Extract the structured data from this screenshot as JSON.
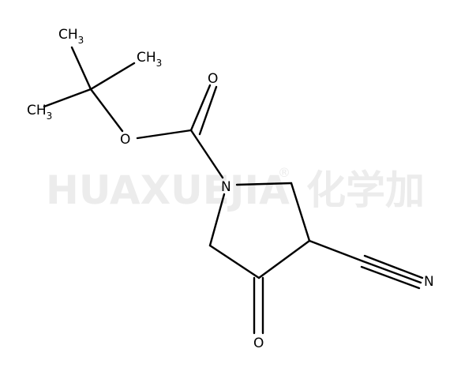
{
  "watermark": {
    "text": "HUAXUEJIA",
    "registered": "®",
    "cn": "化学加",
    "color": "#ececec"
  },
  "atoms": {
    "ch3_top": {
      "main": "CH",
      "sub": "3"
    },
    "ch3_right": {
      "main": "CH",
      "sub": "3"
    },
    "ch3_left": {
      "main": "CH",
      "sub": "3"
    },
    "o_carbonyl": "O",
    "o_ester": "O",
    "n_ring": "N",
    "o_ketone": "O",
    "n_nitrile": "N"
  },
  "colors": {
    "bond": "#000000",
    "text": "#000000"
  }
}
